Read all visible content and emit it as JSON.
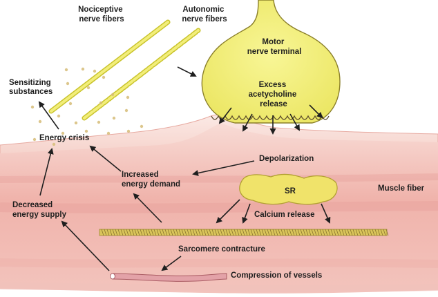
{
  "labels": {
    "nociceptive": [
      "Nociceptive",
      "nerve fibers"
    ],
    "autonomic": [
      "Autonomic",
      "nerve fibers"
    ],
    "motor_terminal": [
      "Motor",
      "nerve terminal"
    ],
    "excess_ach": [
      "Excess",
      "acetycholine",
      "release"
    ],
    "sensitizing": [
      "Sensitizing",
      "substances"
    ],
    "energy_crisis": "Energy crisis",
    "depolarization": "Depolarization",
    "increased_demand": [
      "Increased",
      "energy demand"
    ],
    "sr": "SR",
    "muscle_fiber": "Muscle fiber",
    "decreased_supply": [
      "Decreased",
      "energy supply"
    ],
    "calcium_release": "Calcium release",
    "sarcomere": "Sarcomere contracture",
    "compression": "Compression of vessels"
  },
  "colors": {
    "tissue_light": "#f7d3cd",
    "tissue_mid": "#eea7a0",
    "tissue_edge": "#e08a86",
    "nerve_terminal": "#f2f07a",
    "nerve_outline": "#8a7f2a",
    "sr_fill": "#f0e36a",
    "granules": "#d9c07a",
    "vessel": "#e3a2a8",
    "sarcomere": "#d9c45a",
    "arrow": "#1f1f1f",
    "text": "#1e1e1e"
  },
  "icons": {
    "arrow": "arrow-icon"
  }
}
